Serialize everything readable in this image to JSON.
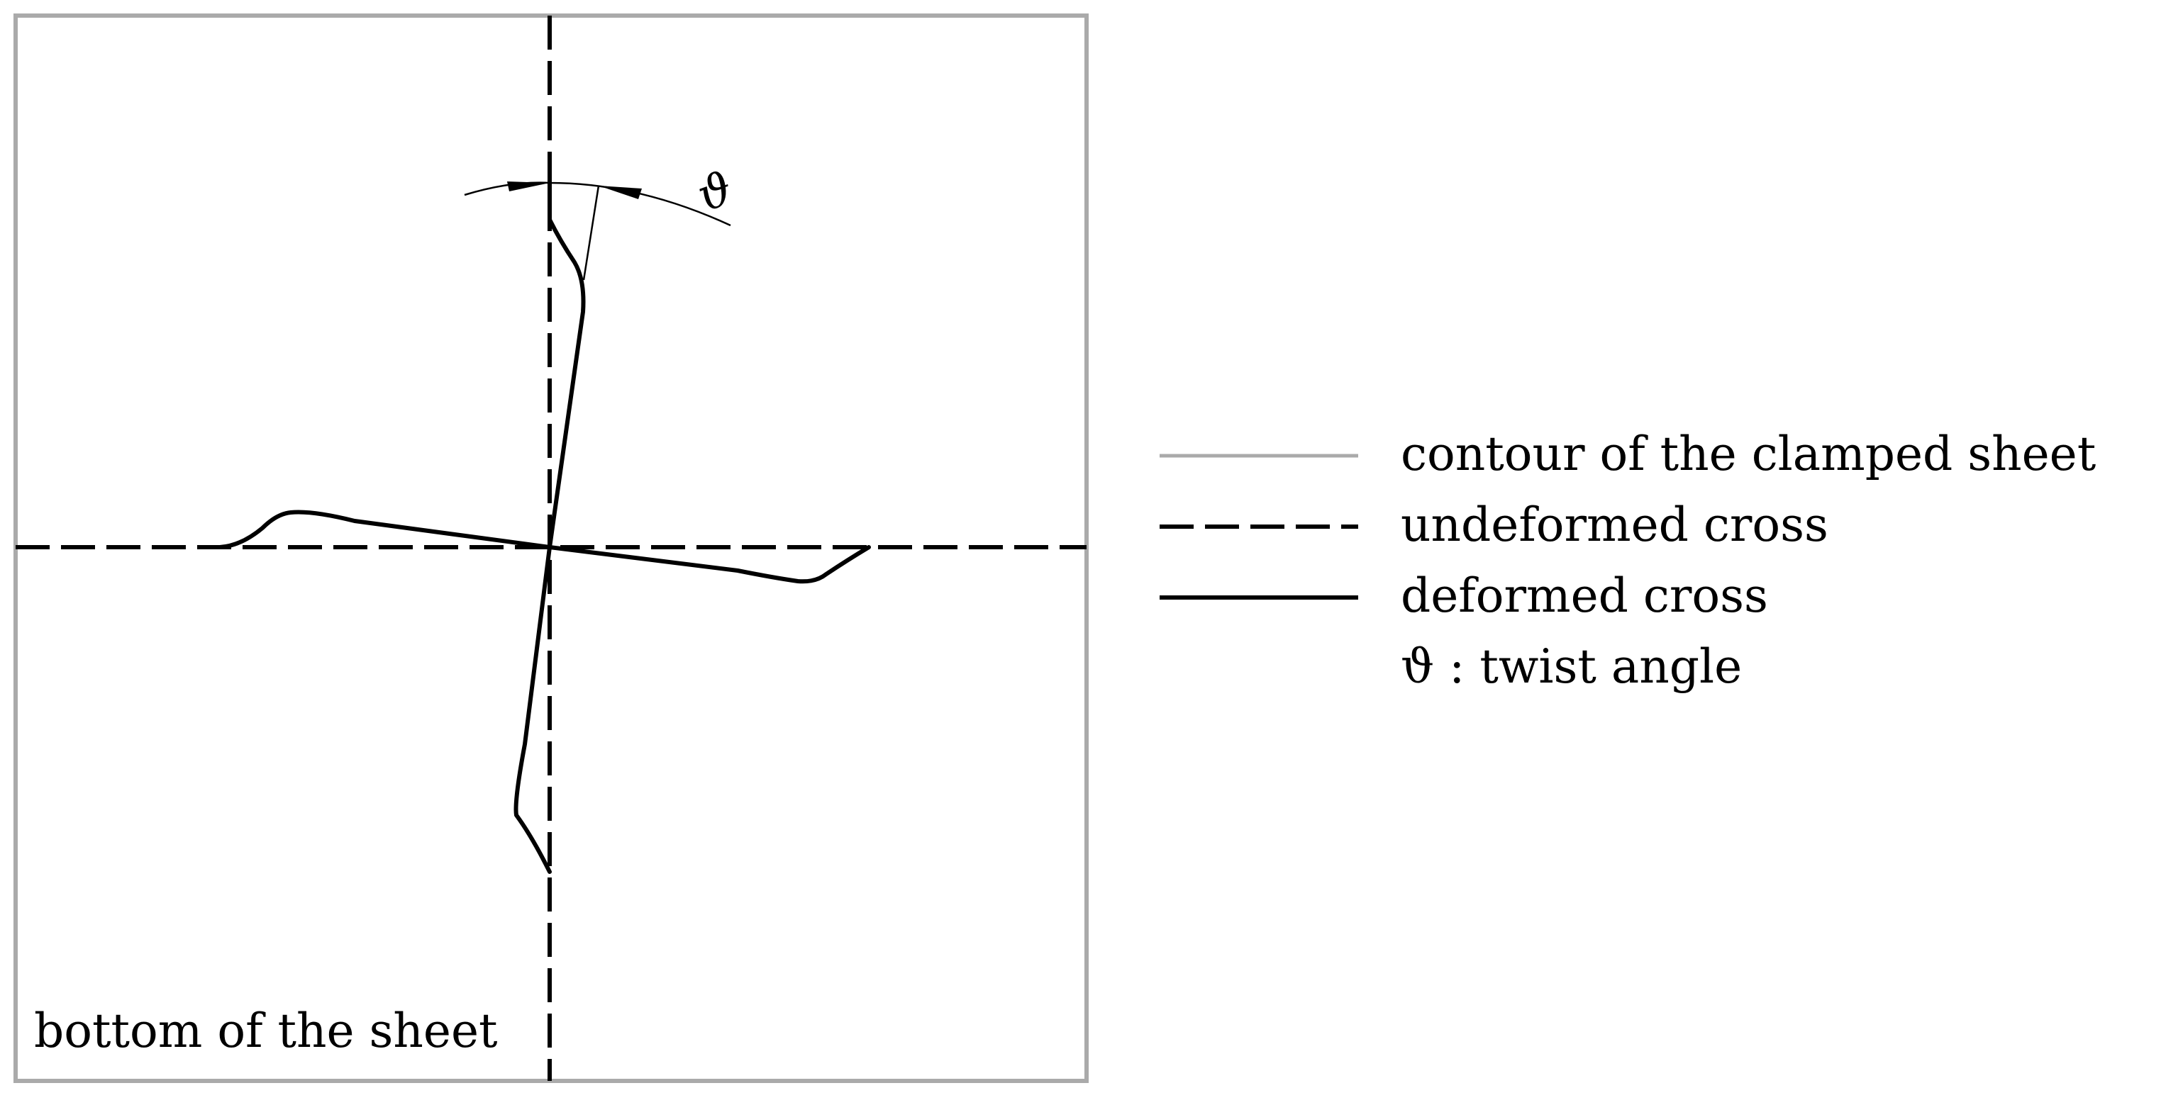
{
  "diagram": {
    "corner_label": "bottom of the sheet",
    "angle_symbol": "ϑ"
  },
  "legend": {
    "items": [
      {
        "key": "contour",
        "label": "contour of the clamped sheet",
        "color": "#aaaaaa",
        "line": "solid-thin"
      },
      {
        "key": "undeformed",
        "label": "undeformed cross",
        "color": "#000000",
        "line": "dashed"
      },
      {
        "key": "deformed",
        "label": "deformed cross",
        "color": "#000000",
        "line": "solid-thick"
      },
      {
        "key": "twist",
        "label": "ϑ : twist angle"
      }
    ]
  },
  "colors": {
    "contour": "#aaaaaa",
    "ink": "#000000"
  }
}
